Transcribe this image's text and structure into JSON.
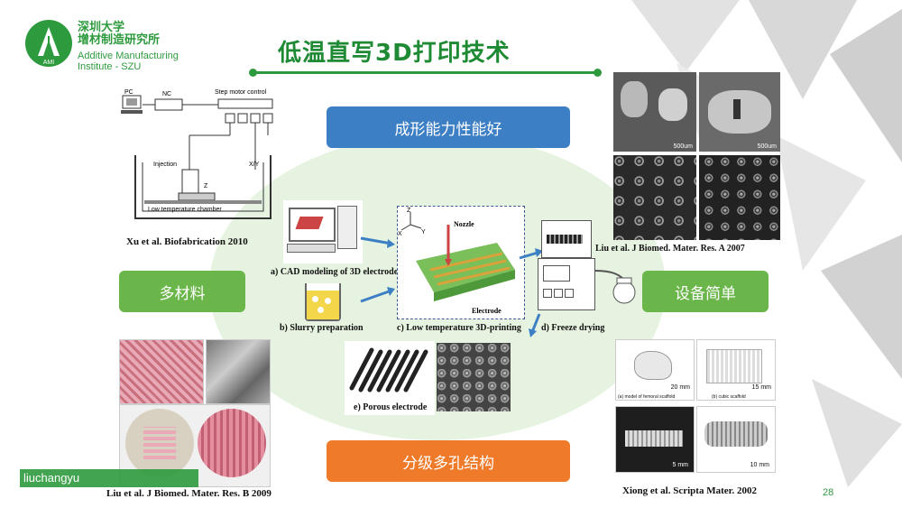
{
  "logo": {
    "cn": "深圳大学\n增材制造研究所",
    "en1": "Additive Manufacturing",
    "en2": "Institute - SZU",
    "mark": "AMI"
  },
  "title": "低温直写3D打印技术",
  "banners": {
    "top": "成形能力性能好",
    "left": "多材料",
    "right": "设备简单",
    "bottom": "分级多孔结构"
  },
  "refs": {
    "xu": "Xu et al. Biofabrication 2010",
    "liu_a": "Liu et al. J Biomed. Mater. Res. A 2007",
    "liu_b": "Liu et al. J Biomed. Mater. Res. B 2009",
    "xiong": "Xiong et al. Scripta Mater. 2002"
  },
  "schematic": {
    "pc": "PC",
    "nc": "NC",
    "step": "Step motor control",
    "injection": "Injection",
    "xy": "X/Y",
    "z": "Z",
    "chamber": "Low temperature chamber"
  },
  "process": {
    "a": "a) CAD modeling of 3D electrodes",
    "b": "b) Slurry preparation",
    "c": "c) Low temperature 3D-printing",
    "d": "d) Freeze drying",
    "e": "e) Porous electrode",
    "nozzle": "Nozzle",
    "electrode": "Electrode",
    "ax_x": "X",
    "ax_y": "Y",
    "ax_z": "Z"
  },
  "sem_scale": {
    "s1": "500um",
    "s2": "500um"
  },
  "xiong_scale": {
    "a": "20 mm",
    "b": "15 mm",
    "c": "5 mm",
    "d": "10 mm",
    "la": "(a) model of femoral scaffold",
    "lb": "(b) cubic scaffold"
  },
  "watermark": "liuchangyu",
  "page_number": "28",
  "colors": {
    "green": "#2e9a3e",
    "blue_banner": "#3d7fc4",
    "orange_banner": "#ee7a2a",
    "green_banner": "#6bb64a",
    "ellipse": "#e6f3e0"
  }
}
